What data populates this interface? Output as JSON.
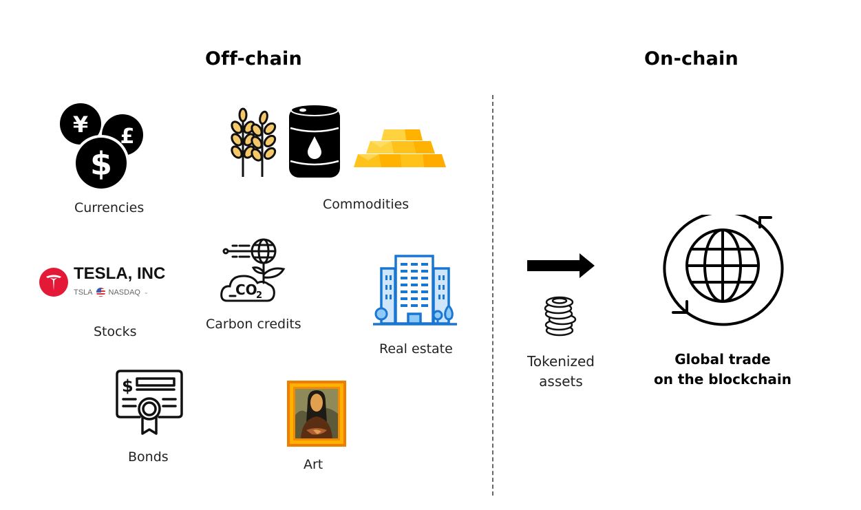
{
  "headings": {
    "off_chain": "Off-chain",
    "on_chain": "On-chain"
  },
  "off_chain_assets": {
    "currencies": {
      "label": "Currencies",
      "icon": "currency-coins-icon",
      "symbols": [
        "¥",
        "£",
        "$"
      ]
    },
    "commodities": {
      "label": "Commodities",
      "icons": [
        "wheat-icon",
        "oil-barrel-icon",
        "gold-bars-icon"
      ]
    },
    "stocks": {
      "label": "Stocks",
      "company": "TESLA, INC",
      "ticker": "TSLA",
      "exchange": "NASDAQ",
      "icon": "tesla-logo-icon",
      "brand_color": "#e31937"
    },
    "carbon_credits": {
      "label": "Carbon credits",
      "icon": "co2-cloud-plant-icon",
      "co2_text": "CO",
      "co2_sub": "2"
    },
    "real_estate": {
      "label": "Real estate",
      "icon": "buildings-icon",
      "color": "#1976d2"
    },
    "bonds": {
      "label": "Bonds",
      "icon": "bond-certificate-icon",
      "symbol": "$"
    },
    "art": {
      "label": "Art",
      "icon": "mona-lisa-painting-icon",
      "frame_color": "#f59a00"
    }
  },
  "on_chain": {
    "arrow_icon": "right-arrow-icon",
    "tokenized": {
      "label_line1": "Tokenized",
      "label_line2": "assets",
      "icon": "coin-stack-icon"
    },
    "global": {
      "label_line1": "Global trade",
      "label_line2": "on the blockchain",
      "icon": "globe-cycle-icon"
    }
  }
}
